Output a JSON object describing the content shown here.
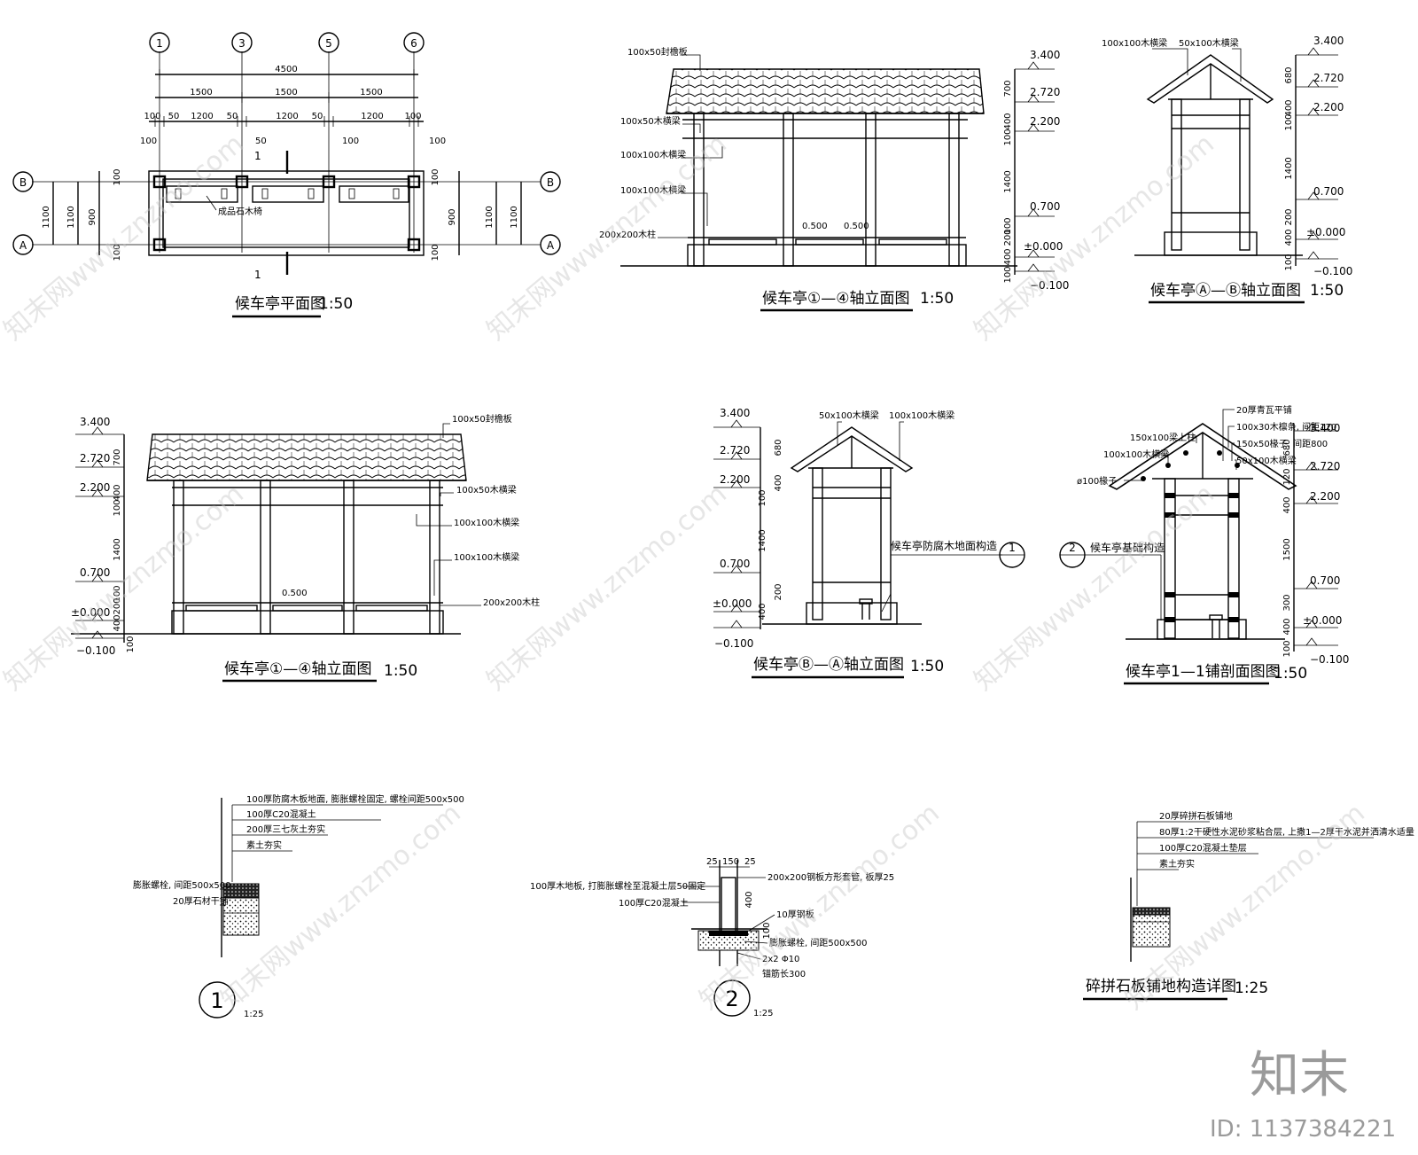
{
  "titles": {
    "plan": "候车亭平面图",
    "elev_front_top": "候车亭①—④轴立面图",
    "elev_side_top": "候车亭Ⓐ—Ⓑ轴立面图",
    "elev_front_mid": "候车亭①—④轴立面图",
    "elev_side_mid": "候车亭Ⓑ—Ⓐ轴立面图",
    "section": "候车亭1—1铺剖面图图",
    "detail_paving": "碎拼石板铺地构造详图"
  },
  "scales": {
    "s50": "1:50",
    "s25": "1:25"
  },
  "axes": {
    "c1": "1",
    "c3": "3",
    "c5": "5",
    "c6": "6",
    "rA": "A",
    "rB": "B",
    "sec": "1"
  },
  "plan_dims": {
    "total": "4500",
    "bay": "1500",
    "d1200": "1200",
    "d100": "100",
    "d50": "50",
    "d900": "900",
    "d1100": "1100",
    "bench": "成品石木椅"
  },
  "levels": {
    "l3400": "3.400",
    "l2720": "2.720",
    "l2200": "2.200",
    "l0700": "0.700",
    "l0500": "0.500",
    "l0000": "±0.000",
    "lm100": "−0.100"
  },
  "heights": {
    "h700": "700",
    "h680": "680",
    "h400": "400",
    "h100": "100",
    "h1400": "1400",
    "h1500": "1500",
    "h200": "200",
    "h300": "300",
    "h120": "120"
  },
  "labels": {
    "fascia": "100x50封檐板",
    "beam100x50": "100x50木横梁",
    "beam100x100": "100x100木横梁",
    "beam50x100": "50x100木横梁",
    "column": "200x200木柱",
    "floor_ref": "候车亭防腐木地面构造",
    "found_ref": "候车亭基础构造",
    "tile": "20厚青瓦平铺",
    "purlin": "100x30木檩条, 间距120",
    "rafter": "150x50椽子, 间距800",
    "post150": "150x100梁上柱",
    "round": "ø100椽子",
    "beam_sec": "50x100木横梁"
  },
  "ref": {
    "n1": "1",
    "n2": "2"
  },
  "detail1": {
    "l1": "100厚防腐木板地面, 膨胀螺栓固定, 螺栓间距500x500",
    "l2": "100厚C20混凝土",
    "l3": "200厚三七灰土夯实",
    "l4": "素土夯实",
    "l5": "膨胀螺栓, 间距500x500",
    "l6": "20厚石材干铺"
  },
  "detail2": {
    "top": "25",
    "mid": "150",
    "d400": "400",
    "d100": "100",
    "l1": "100厚木地板, 打膨胀螺栓至混凝土层50固定",
    "l2": "100厚C20混凝土",
    "l3": "200x200钢板方形套管, 板厚25",
    "l4": "10厚钢板",
    "l5": "膨胀螺栓, 间距500x500",
    "l6": "2x2 Φ10",
    "l7": "锚筋长300"
  },
  "detail3": {
    "l1": "20厚碎拼石板铺地",
    "l2": "80厚1:2干硬性水泥砂浆粘合层, 上撒1—2厚干水泥并洒清水适量",
    "l3": "100厚C20混凝土垫层",
    "l4": "素土夯实"
  },
  "watermark": "知末网www.znzmo.com",
  "footer": {
    "logo": "知末",
    "id": "ID: 1137384221"
  }
}
